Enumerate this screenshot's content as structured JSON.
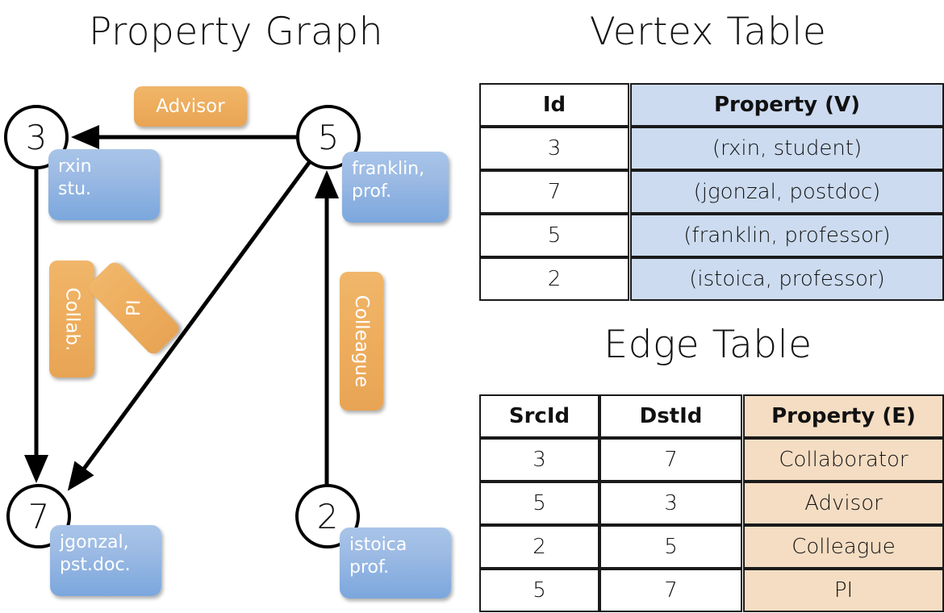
{
  "titles": {
    "property_graph": "Property Graph",
    "vertex_table": "Vertex Table",
    "edge_table": "Edge Table"
  },
  "graph": {
    "vertices": [
      {
        "id": "3",
        "property_line1": "rxin",
        "property_line2": "stu."
      },
      {
        "id": "5",
        "property_line1": "franklin,",
        "property_line2": "prof."
      },
      {
        "id": "7",
        "property_line1": "jgonzal,",
        "property_line2": "pst.doc."
      },
      {
        "id": "2",
        "property_line1": "istoica",
        "property_line2": "prof."
      }
    ],
    "edge_labels": [
      {
        "label": "Advisor"
      },
      {
        "label": "Collab."
      },
      {
        "label": "PI"
      },
      {
        "label": "Colleague"
      }
    ],
    "edges": [
      {
        "from": "5",
        "to": "3",
        "label": "Advisor"
      },
      {
        "from": "3",
        "to": "7",
        "label": "Collab."
      },
      {
        "from": "5",
        "to": "7",
        "label": "PI"
      },
      {
        "from": "2",
        "to": "5",
        "label": "Colleague"
      }
    ]
  },
  "vertex_table": {
    "headers": {
      "id": "Id",
      "property": "Property (V)"
    },
    "rows": [
      {
        "id": "3",
        "property": "(rxin, student)"
      },
      {
        "id": "7",
        "property": "(jgonzal, postdoc)"
      },
      {
        "id": "5",
        "property": "(franklin, professor)"
      },
      {
        "id": "2",
        "property": "(istoica, professor)"
      }
    ]
  },
  "edge_table": {
    "headers": {
      "src": "SrcId",
      "dst": "DstId",
      "property": "Property (E)"
    },
    "rows": [
      {
        "src": "3",
        "dst": "7",
        "property": "Collaborator"
      },
      {
        "src": "5",
        "dst": "3",
        "property": "Advisor"
      },
      {
        "src": "2",
        "dst": "5",
        "property": "Colleague"
      },
      {
        "src": "5",
        "dst": "7",
        "property": "PI"
      }
    ]
  },
  "colors": {
    "vertex_property_box": "#9dbbe4",
    "edge_label_box": "#eeae5e",
    "vertex_table_fill": "#ccdbef",
    "edge_table_fill": "#f5ddc3",
    "stroke": "#000000"
  }
}
